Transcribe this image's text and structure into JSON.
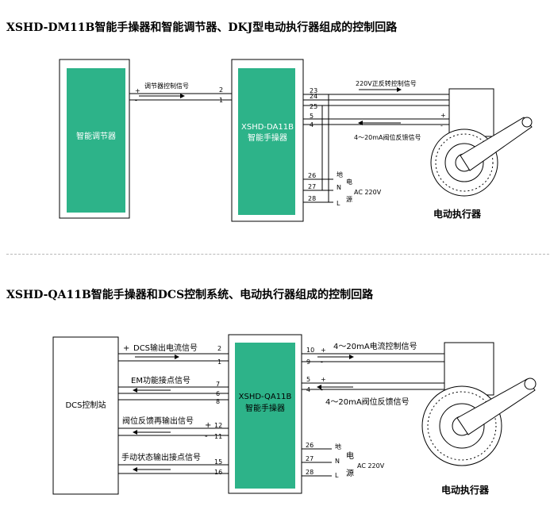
{
  "titles": {
    "top": "XSHD-DM11B智能手操器和智能调节器、DKJ型电动执行器组成的控制回路",
    "bottom": "XSHD-QA11B智能手操器和DCS控制系统、电动执行器组成的控制回路"
  },
  "diagram1": {
    "regulator_label": "智能调节器",
    "handler_line1": "XSHD-DA11B",
    "handler_line2": "智能手操器",
    "signal_label": "调节器控制信号",
    "plus": "+",
    "minus": "-",
    "t2": "2",
    "t1": "1",
    "t23": "23",
    "t24": "24",
    "t25": "25",
    "t5": "5",
    "t4": "4",
    "t26": "26",
    "t27": "27",
    "t28": "28",
    "drive_signal": "220V正反转控制信号",
    "feedback_signal": "4～20mA阀位反馈信号",
    "ground": "地",
    "N": "N",
    "L": "L",
    "power1": "电",
    "power2": "源",
    "ac": "AC 220V",
    "actuator_label": "电动执行器"
  },
  "diagram2": {
    "dcs_label": "DCS控制站",
    "handler_line1": "XSHD-QA11B",
    "handler_line2": "智能手操器",
    "dcs_output": "DCS输出电流信号",
    "em_contact": "EM功能接点信号",
    "valve_feedback_out": "阀位反馈再输出信号",
    "manual_status": "手动状态输出接点信号",
    "plus": "+",
    "minus": "-",
    "t2": "2",
    "t1": "1",
    "t7": "7",
    "t6": "6",
    "t8": "8",
    "t12": "12",
    "t11": "11",
    "t15": "15",
    "t16": "16",
    "t10": "10",
    "t9": "9",
    "t5": "5",
    "t4": "4",
    "t26": "26",
    "t27": "27",
    "t28": "28",
    "current_control": "4～20mA电流控制信号",
    "feedback_signal": "4～20mA阀位反馈信号",
    "ground": "地",
    "N": "N",
    "L": "L",
    "power1": "电",
    "power2": "源",
    "ac": "AC 220V",
    "actuator_label": "电动执行器"
  },
  "colors": {
    "box_green": "#2db389",
    "line": "#000000"
  }
}
